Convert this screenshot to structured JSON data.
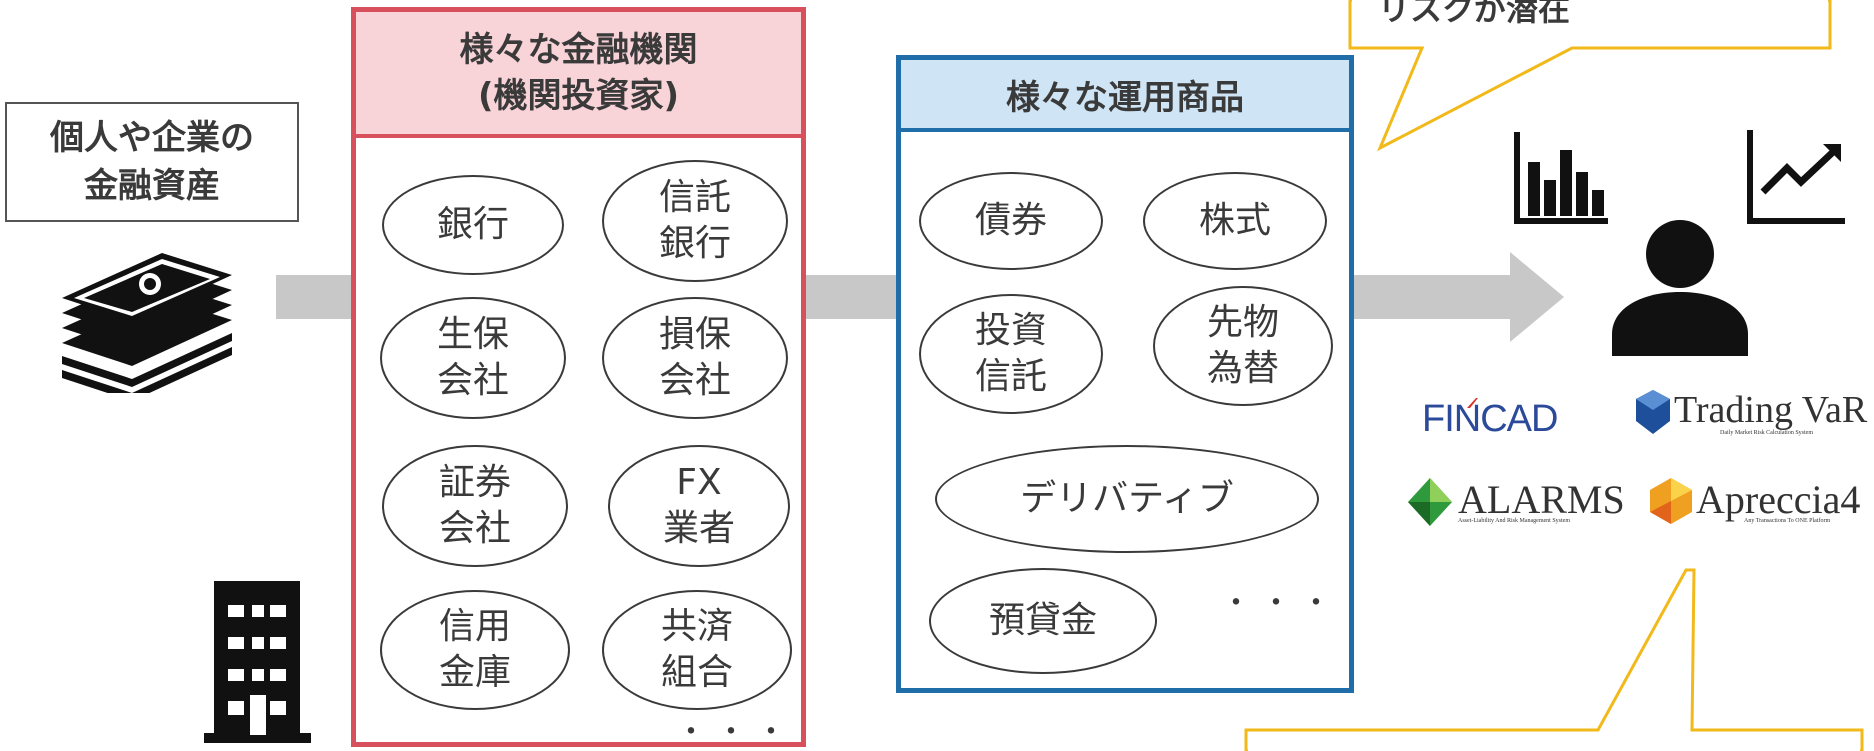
{
  "assets_box": {
    "line1": "個人や企業の",
    "line2": "金融資産"
  },
  "institutions": {
    "title_line1": "様々な金融機関",
    "title_line2": "(機関投資家)",
    "items": [
      {
        "l1": "銀行",
        "l2": ""
      },
      {
        "l1": "信託",
        "l2": "銀行"
      },
      {
        "l1": "生保",
        "l2": "会社"
      },
      {
        "l1": "損保",
        "l2": "会社"
      },
      {
        "l1": "証券",
        "l2": "会社"
      },
      {
        "l1": "FX",
        "l2": "業者"
      },
      {
        "l1": "信用",
        "l2": "金庫"
      },
      {
        "l1": "共済",
        "l2": "組合"
      }
    ],
    "more": "・・・"
  },
  "products": {
    "title": "様々な運用商品",
    "items": [
      {
        "l1": "債券",
        "l2": ""
      },
      {
        "l1": "株式",
        "l2": ""
      },
      {
        "l1": "投資",
        "l2": "信託"
      },
      {
        "l1": "先物",
        "l2": "為替"
      },
      {
        "l1": "デリバティブ",
        "l2": ""
      },
      {
        "l1": "預貸金",
        "l2": ""
      }
    ],
    "more": "・・・"
  },
  "callout_top": {
    "text": "リスクが潜在"
  },
  "logos": {
    "fincad": "FINCAD",
    "trading_var": "Trading VaR",
    "trading_var_sub": "Daily Market Risk Calculation System",
    "alarms": "ALARMS",
    "alarms_sub": "Asset-Liability And Risk Management System",
    "apreccia": "Apreccia4",
    "apreccia_sub": "Any Transactions To ONE Platform"
  },
  "colors": {
    "institutions_border": "#d9505d",
    "institutions_header": "#f8d3d8",
    "products_border": "#1f6ea9",
    "products_header": "#cfe4f4",
    "callout_border": "#f2b91a",
    "arrow": "#c8c8c8",
    "fincad_blue": "#2c4a9a",
    "fincad_red": "#d9342b"
  },
  "icons": [
    "money-stack-icon",
    "office-building-icon",
    "bar-chart-icon",
    "line-chart-icon",
    "person-icon"
  ]
}
